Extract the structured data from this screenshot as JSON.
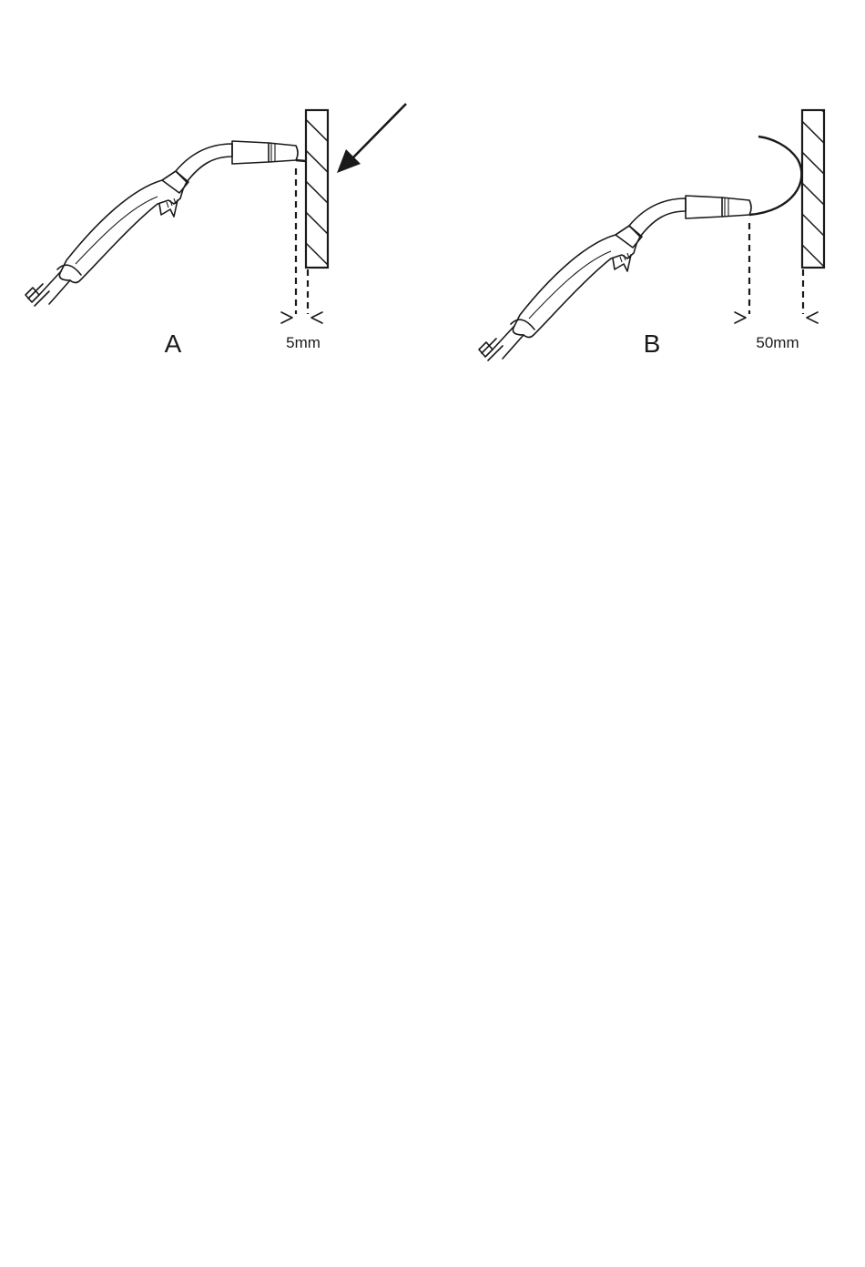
{
  "figure": {
    "panels": [
      {
        "id": "A",
        "label": "A",
        "gap_label": "5mm"
      },
      {
        "id": "B",
        "label": "B",
        "gap_label": "50mm"
      }
    ],
    "colors": {
      "ink": "#1a1a1a",
      "background": "#ffffff"
    }
  }
}
